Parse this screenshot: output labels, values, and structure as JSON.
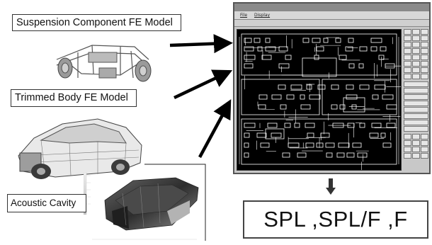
{
  "labels": {
    "suspension": "Suspension Component FE Model",
    "trimmed_body": "Trimmed Body FE Model",
    "acoustic_cavity": "Acoustic Cavity",
    "result": "SPL ,SPL/F ,F"
  },
  "window": {
    "menu": [
      "File",
      "Display"
    ]
  },
  "colors": {
    "arrow": "#000000",
    "canvas_bg": "#000000",
    "graph_lines": "#ffffff",
    "window_chrome": "#c8c8c8"
  },
  "icons": [
    "down-arrow-icon"
  ]
}
